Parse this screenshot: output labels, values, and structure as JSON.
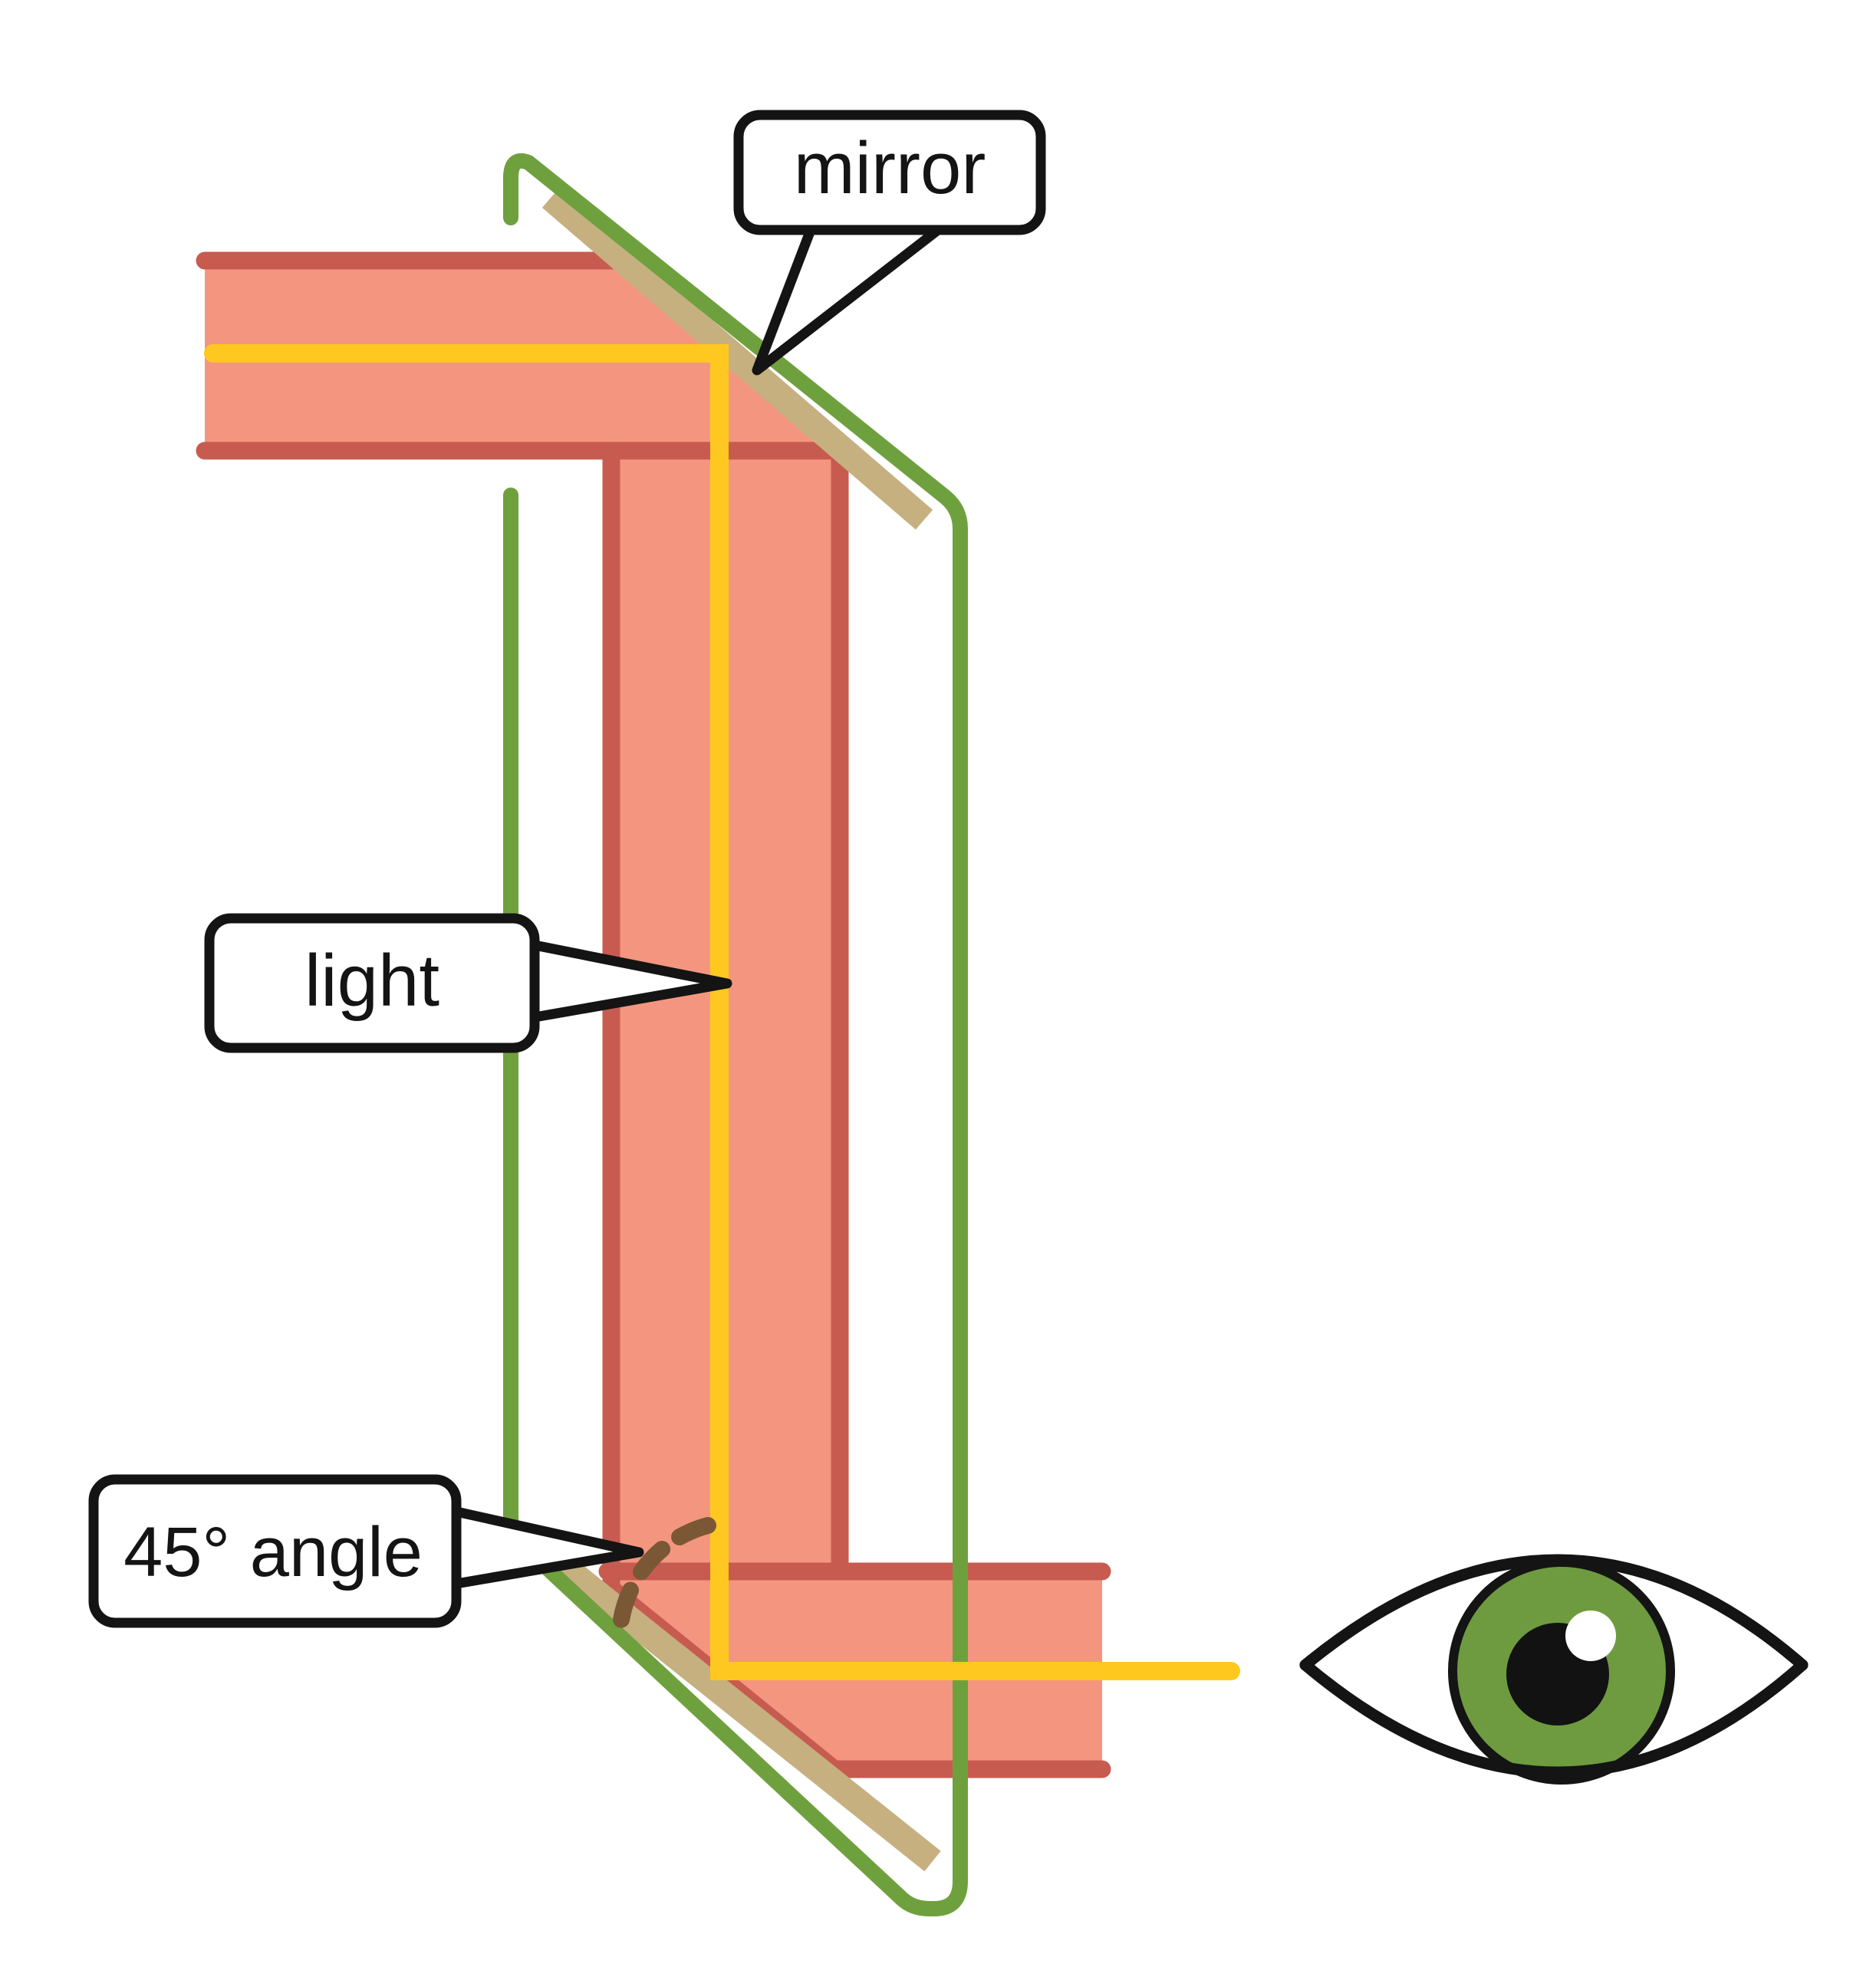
{
  "callouts": {
    "mirror": {
      "label": "mirror"
    },
    "light": {
      "label": "light"
    },
    "angle": {
      "label": "45° angle"
    }
  },
  "icons": {
    "eye": "stylized-eye"
  },
  "colors": {
    "background": "#ffffff",
    "ink": "#141414",
    "beam_fill": "#F4967F",
    "beam_border": "#C75B50",
    "ray_yellow": "#FFC820",
    "outline_green": "#6FA03E",
    "mirror_tan": "#C6B080",
    "angle_brown": "#7A5836",
    "iris_green": "#6F9B40",
    "pupil_black": "#121212"
  }
}
